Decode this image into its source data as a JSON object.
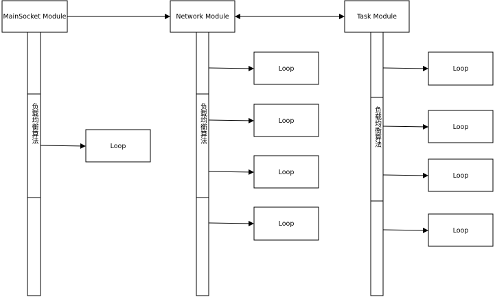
{
  "modules": {
    "mainsocket": "MainSocket Module",
    "network": "Network Module",
    "task": "Task Module"
  },
  "loop_label": "Loop",
  "load_balance_label": "负载均衡算法",
  "colors": {
    "stroke": "#000000",
    "background": "#ffffff"
  }
}
